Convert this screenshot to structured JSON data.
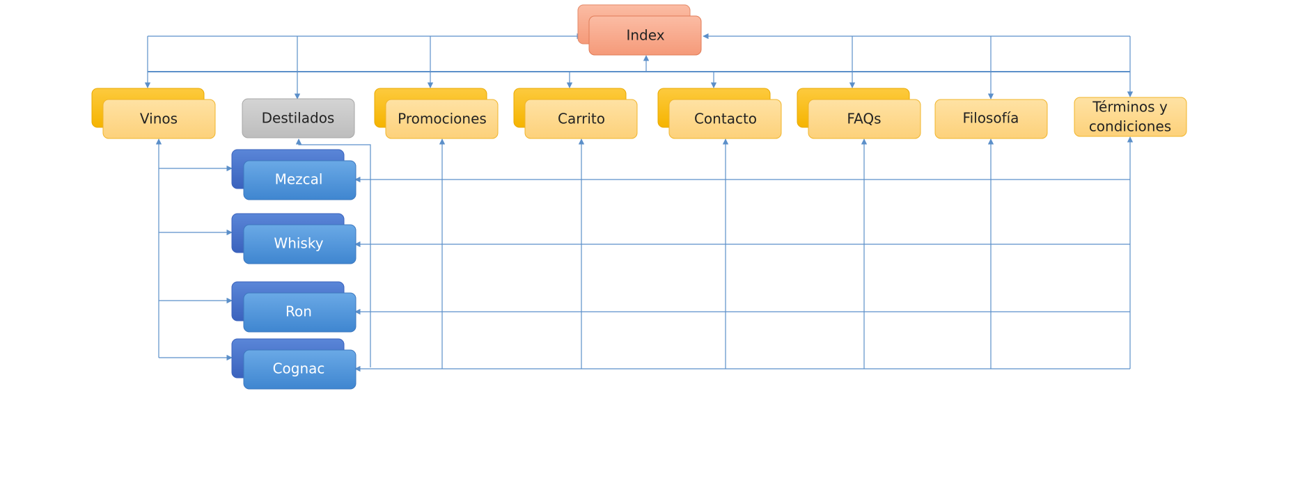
{
  "nodes": {
    "index": "Index",
    "vinos": "Vinos",
    "destilados": "Destilados",
    "promociones": "Promociones",
    "carrito": "Carrito",
    "contacto": "Contacto",
    "faqs": "FAQs",
    "filosofia": "Filosofía",
    "terminos_line1": "Términos y",
    "terminos_line2": "condiciones",
    "mezcal": "Mezcal",
    "whisky": "Whisky",
    "ron": "Ron",
    "cognac": "Cognac"
  },
  "colors": {
    "index_fill": "#f7a98a",
    "index_back": "#f4a183",
    "index_stroke": "#e07b57",
    "yellow_fill": "#fdd78a",
    "yellow_back": "#fbbf2d",
    "yellow_stroke": "#f0b429",
    "gray_fill": "#c7c7c7",
    "gray_stroke": "#a6a6a6",
    "blue_fill": "#5a9bdc",
    "blue_back": "#4572c4",
    "blue_stroke": "#3d78bf",
    "connector": "#5b8fc9"
  }
}
